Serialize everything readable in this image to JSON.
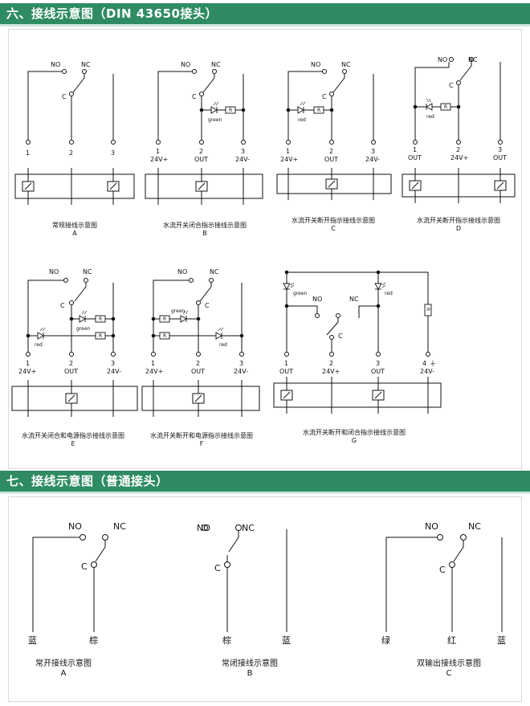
{
  "section6": {
    "title": "六、接线示意图（DIN 43650接头）"
  },
  "section7": {
    "title": "七、接线示意图（普通接头）"
  },
  "labels": {
    "no": "NO",
    "nc": "NC",
    "c": "C",
    "r": "R",
    "green": "green",
    "red": "red"
  },
  "pins": {
    "p1": "1",
    "p2": "2",
    "p3": "3",
    "p4": "4",
    "v24p": "24V+",
    "v24m": "24V-",
    "out": "OUT",
    "ground_symbol": "⏚"
  },
  "diagrams": {
    "A": {
      "caption": "常规接线示意图",
      "letter": "A"
    },
    "B": {
      "caption": "水流开关闭合指示接线示意图",
      "letter": "B"
    },
    "C": {
      "caption": "水流开关断开指示接线示意图",
      "letter": "C"
    },
    "D": {
      "caption": "水流开关断开指示接线示意图",
      "letter": "D"
    },
    "E": {
      "caption": "水流开关闭合和电源指示接线示意图",
      "letter": "E"
    },
    "F": {
      "caption": "水流开关断开和电源指示接线示意图",
      "letter": "F"
    },
    "G": {
      "caption": "水流开关断开和闭合指示接线示意图",
      "letter": "G"
    }
  },
  "normal": {
    "A": {
      "caption": "常开接线示意图",
      "letter": "A",
      "left_wire": "蓝",
      "right_wire": "棕"
    },
    "B": {
      "caption": "常闭接线示意图",
      "letter": "B",
      "left_wire": "棕",
      "right_wire": "蓝"
    },
    "C": {
      "caption": "双输出接线示意图",
      "letter": "C",
      "w1": "绿",
      "w2": "红",
      "w3": "蓝"
    }
  }
}
